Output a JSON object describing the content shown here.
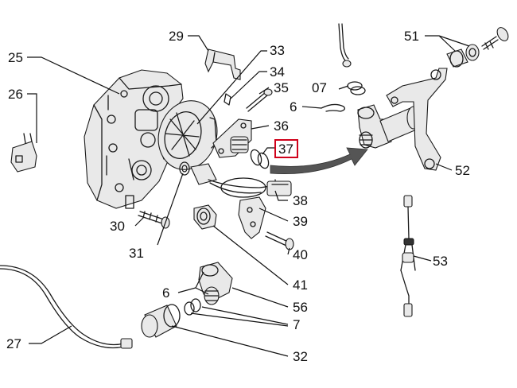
{
  "callouts": {
    "c25": "25",
    "c26": "26",
    "c27": "27",
    "c29": "29",
    "c30": "30",
    "c31": "31",
    "c32": "32",
    "c33": "33",
    "c34": "34",
    "c35": "35",
    "c36": "36",
    "c37": "37",
    "c38": "38",
    "c39": "39",
    "c40": "40",
    "c41": "41",
    "c56": "56",
    "c6a": "6",
    "c6b": "6",
    "c07": "07",
    "c7": "7",
    "c51": "51",
    "c52": "52",
    "c53": "53"
  },
  "highlight": {
    "part": "37",
    "color": "#d0021b"
  },
  "colors": {
    "line": "#1a1a1a",
    "arrow": "#555555",
    "background": "#ffffff"
  }
}
